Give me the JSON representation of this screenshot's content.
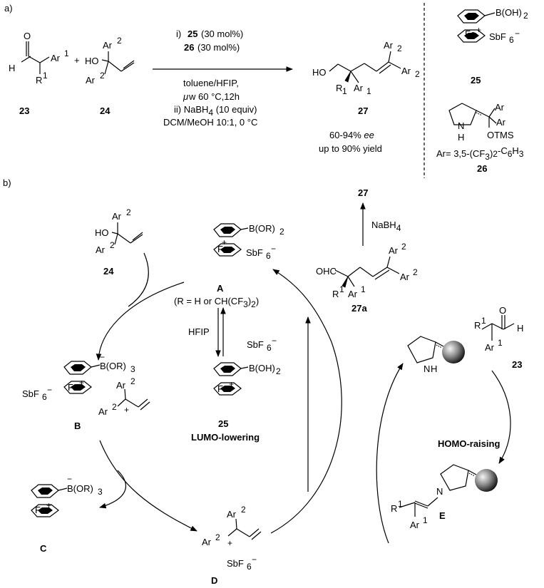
{
  "section_a": {
    "label": "a)",
    "aldehyde": {
      "O": "O",
      "H": "H",
      "Ar": "Ar",
      "one": "1",
      "R": "R",
      "id": "23"
    },
    "plus": "+",
    "alcohol": {
      "HO": "HO",
      "Ar": "Ar",
      "two": "2",
      "id": "24"
    },
    "conditions": {
      "step1_prefix": "i)",
      "cat1": "25",
      "cat1_load": "(30 mol%)",
      "cat2": "26",
      "cat2_load": "(30 mol%)",
      "solvent": "toluene/HFIP,",
      "mw_mu": "μ",
      "mw_rest": "w 60 °C,12h",
      "step2_prefix": "ii) NaBH",
      "step2_sub": "4",
      "step2_rest": " (10 equiv)",
      "step2_solvent": "DCM/MeOH 10:1, 0 °C"
    },
    "product": {
      "HO": "HO",
      "R": "R",
      "Ar": "Ar",
      "one": "1",
      "two": "2",
      "id": "27",
      "ee_prefix": "60-94% ",
      "ee_label": "ee",
      "yield": "up to 90% yield"
    },
    "catalyst_25": {
      "boron": "B(OH)",
      "two": "2",
      "Fe": "Fe",
      "plus": "+",
      "anion": "SbF",
      "six": "6",
      "minus": "−",
      "id": "25"
    },
    "catalyst_26": {
      "NH": "N",
      "H": "H",
      "Ar": "Ar",
      "OTMS": "OTMS",
      "aryl_prefix": "Ar= 3,5-(CF",
      "three": "3",
      "aryl_mid": ")",
      "aryl_mid2": "-C",
      "aryl_six": "6",
      "aryl_H": "H",
      "id": "26"
    }
  },
  "section_b": {
    "label": "b)",
    "top_product": "27",
    "nabh": {
      "text": "NaBH",
      "sub": "4"
    },
    "intermediate_27a": {
      "OHC": "OHC",
      "R": "R",
      "Ar": "Ar",
      "one": "1",
      "two": "2",
      "id": "27a"
    },
    "alcohol_24": {
      "HO": "HO",
      "Ar": "Ar",
      "two": "2",
      "id": "24"
    },
    "species_A": {
      "boron": "B(OR)",
      "two": "2",
      "Fe": "Fe",
      "plus": "+",
      "anion": "SbF",
      "six": "6",
      "minus": "−",
      "id": "A",
      "note": "(R = H or CH(CF",
      "note_three": "3",
      "note_end": ")",
      "note_two": "2",
      "note_close": ")"
    },
    "hfip": "HFIP",
    "species_25": {
      "boron": "B(OH)",
      "two": "2",
      "Fe": "Fe",
      "plus": "+",
      "anion": "SbF",
      "six": "6",
      "minus": "−",
      "id": "25",
      "tag": "LUMO-lowering"
    },
    "species_B": {
      "boron": "B(OR)",
      "three": "3",
      "minus": "−",
      "Fe": "Fe",
      "plus": "+",
      "anion": "SbF",
      "six": "6",
      "Ar": "Ar",
      "two": "2",
      "id": "B"
    },
    "species_C": {
      "boron": "B(OR)",
      "three": "3",
      "minus": "−",
      "Fe": "Fe",
      "plus": "+",
      "id": "C"
    },
    "species_D": {
      "Ar": "Ar",
      "two": "2",
      "plus": "+",
      "anion": "SbF",
      "six": "6",
      "minus": "−",
      "id": "D"
    },
    "amine": {
      "N": "N",
      "H": "H"
    },
    "aldehyde_23": {
      "O": "O",
      "H": "H",
      "R": "R",
      "Ar": "Ar",
      "one": "1",
      "id": "23"
    },
    "homo_raising": "HOMO-raising",
    "enamine_E": {
      "N": "N",
      "R": "R",
      "Ar": "Ar",
      "one": "1",
      "id": "E"
    }
  }
}
